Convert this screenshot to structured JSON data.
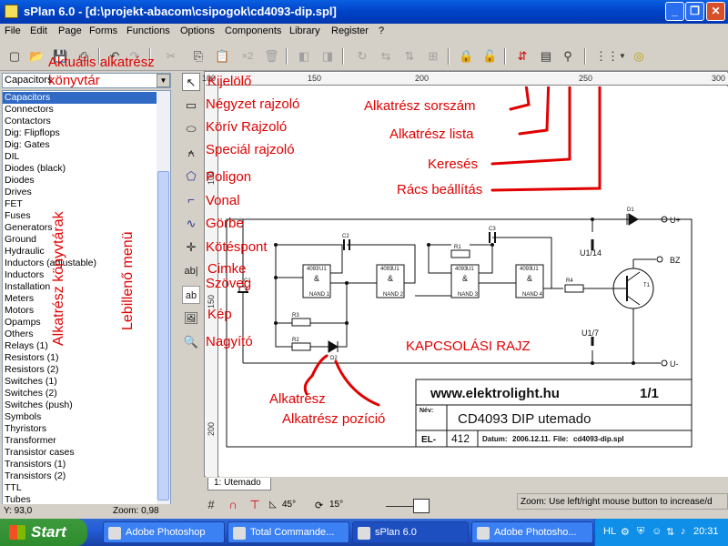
{
  "window": {
    "title": "sPlan 6.0 - [d:\\projekt-abacom\\csipogok\\cd4093-dip.spl]"
  },
  "menu": [
    "File",
    "Edit",
    "Page",
    "Forms",
    "Functions",
    "Options",
    "Components",
    "Library",
    "Register",
    "?"
  ],
  "library": {
    "selected": "Capacitors",
    "items": [
      "Capacitors",
      "Connectors",
      "Contactors",
      "Dig: Flipflops",
      "Dig: Gates",
      "DIL",
      "Diodes (black)",
      "Diodes",
      "Drives",
      "FET",
      "Fuses",
      "Generators",
      "Ground",
      "Hydraulic",
      "Inductors (adjustable)",
      "Inductors",
      "Installation",
      "Meters",
      "Motors",
      "Opamps",
      "Others",
      "Relays (1)",
      "Resistors (1)",
      "Resistors (2)",
      "Switches (1)",
      "Switches (2)",
      "Switches (push)",
      "Symbols",
      "Thyristors",
      "Transformer",
      "Transistor cases",
      "Transistors (1)",
      "Transistors (2)",
      "TTL",
      "Tubes"
    ]
  },
  "ruler": {
    "h": [
      "100",
      "150",
      "200",
      "250",
      "300"
    ],
    "v": [
      "100",
      "150",
      "200"
    ]
  },
  "toolbar": {
    "copies": "×2"
  },
  "schematic": {
    "title": "KAPCSOLÁSI RAJZ",
    "website": "www.elektrolight.hu",
    "sheet": "1/1",
    "name_label": "Név:",
    "name": "CD4093 DIP  utemado",
    "el_label": "EL-",
    "el_num": "412",
    "date_label": "Datum:",
    "date": "2006.12.11.",
    "file_label": "File:",
    "file": "cd4093-dip.spl",
    "labels": {
      "vplus": "U+",
      "vminus": "U-",
      "bz": "BZ",
      "u114": "U1/14",
      "u17": "U1/7",
      "d1": "D1",
      "d2": "D2",
      "c1": "C1",
      "c2": "C2",
      "c3": "C3",
      "r1": "R1",
      "r2": "R2",
      "r3": "R3",
      "r4": "R4",
      "t1": "T1",
      "u1": "U1",
      "ic": "4093",
      "nand1": "NAND 1",
      "nand2": "NAND 2",
      "nand3": "NAND 3",
      "nand4": "NAND 4",
      "amp": "&"
    }
  },
  "tab": "1: Utemado",
  "status": {
    "y": "Y: 93,0",
    "zoom": "Zoom: 0,98",
    "angle1": "45°",
    "angle2": "15°",
    "hint": "Zoom: Use left/right mouse button to increase/d"
  },
  "taskbar": {
    "start": "Start",
    "tasks": [
      "Adobe Photoshop",
      "Total Commande...",
      "sPlan 6.0",
      "Adobe Photosho..."
    ],
    "lang": "HL",
    "clock": "20:31"
  },
  "annotations": {
    "lib": "Aktuális alkatrész",
    "lib2": "könyvtár",
    "libmenu1": "Alkatrész könyvtárak",
    "libmenu2": "Lebillenő menü",
    "select": "Kijelölő",
    "rect": "Négyzet rajzoló",
    "arc": "Körív Rajzoló",
    "special": "Speciál rajzoló",
    "polygon": "Poligon",
    "line": "Vonal",
    "curve": "Görbe",
    "junction": "Kötéspont",
    "label": "Cimke",
    "text": "Szöveg",
    "image": "Kép",
    "zoom": "Nagyító",
    "partnum": "Alkatrész sorszám",
    "partlist": "Alkatrész lista",
    "search": "Keresés",
    "grid": "Rács beállítás",
    "part": "Alkatrész",
    "partpos": "Alkatrész pozíció"
  },
  "colors": {
    "annotation": "#e00000",
    "selection": "#316ac5",
    "titlebar": "#0a5fe0"
  }
}
